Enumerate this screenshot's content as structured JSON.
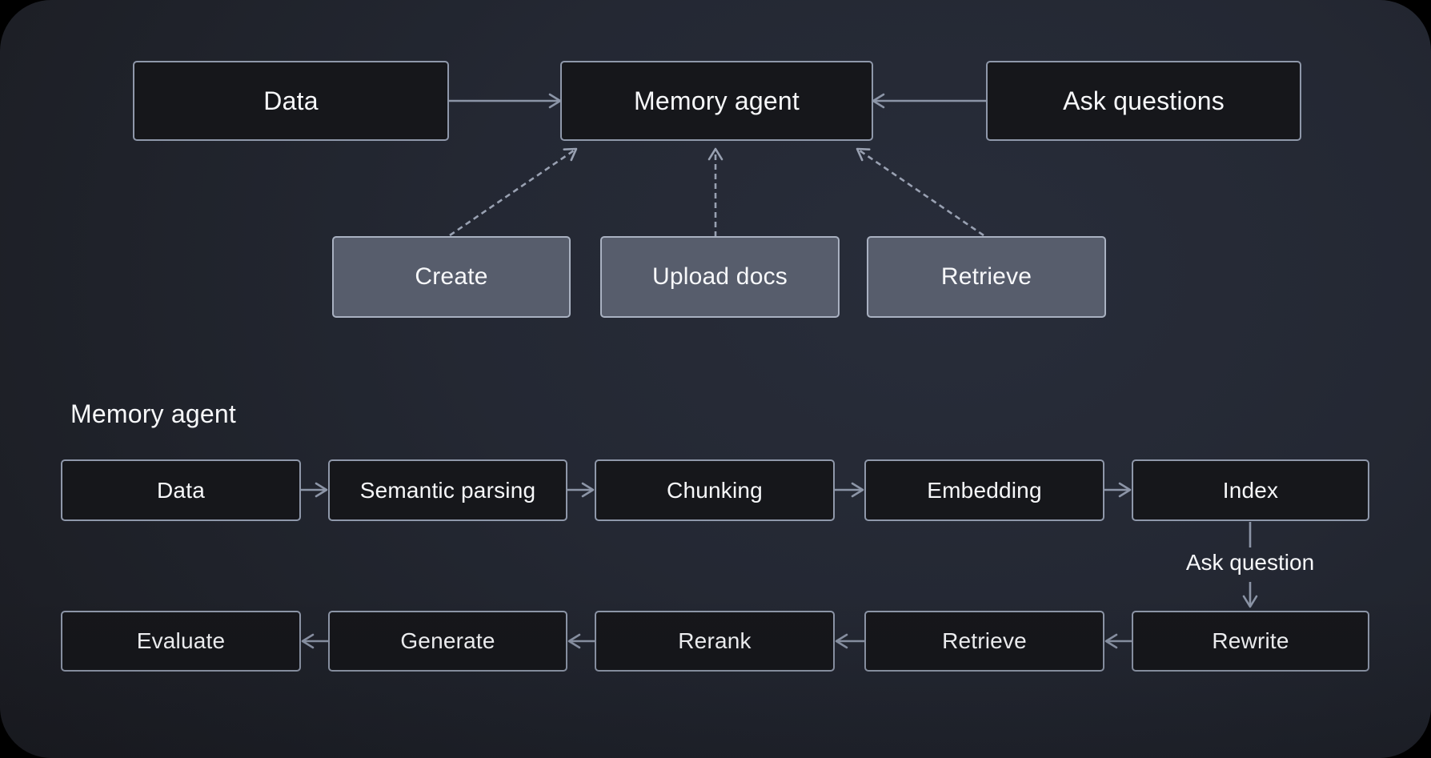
{
  "diagram": {
    "top_flow": {
      "data": "Data",
      "memory_agent": "Memory agent",
      "ask_questions": "Ask questions",
      "create": "Create",
      "upload_docs": "Upload docs",
      "retrieve": "Retrieve"
    },
    "section": {
      "title": "Memory agent",
      "index_row": [
        "Data",
        "Semantic parsing",
        "Chunking",
        "Embedding",
        "Index"
      ],
      "query_row": [
        "Evaluate",
        "Generate",
        "Rerank",
        "Retrieve",
        "Rewrite"
      ],
      "ask_question_label": "Ask question"
    },
    "colors": {
      "background_outer": "#000000",
      "node_dark_fill": "#16171b",
      "node_dark_border": "#8f98aa",
      "node_gray_fill": "#575d6c",
      "node_gray_border": "#a9b1c1",
      "arrow": "#8c95a7",
      "arrow_dashed": "#99a1b2",
      "text": "#f7f8fa"
    }
  }
}
